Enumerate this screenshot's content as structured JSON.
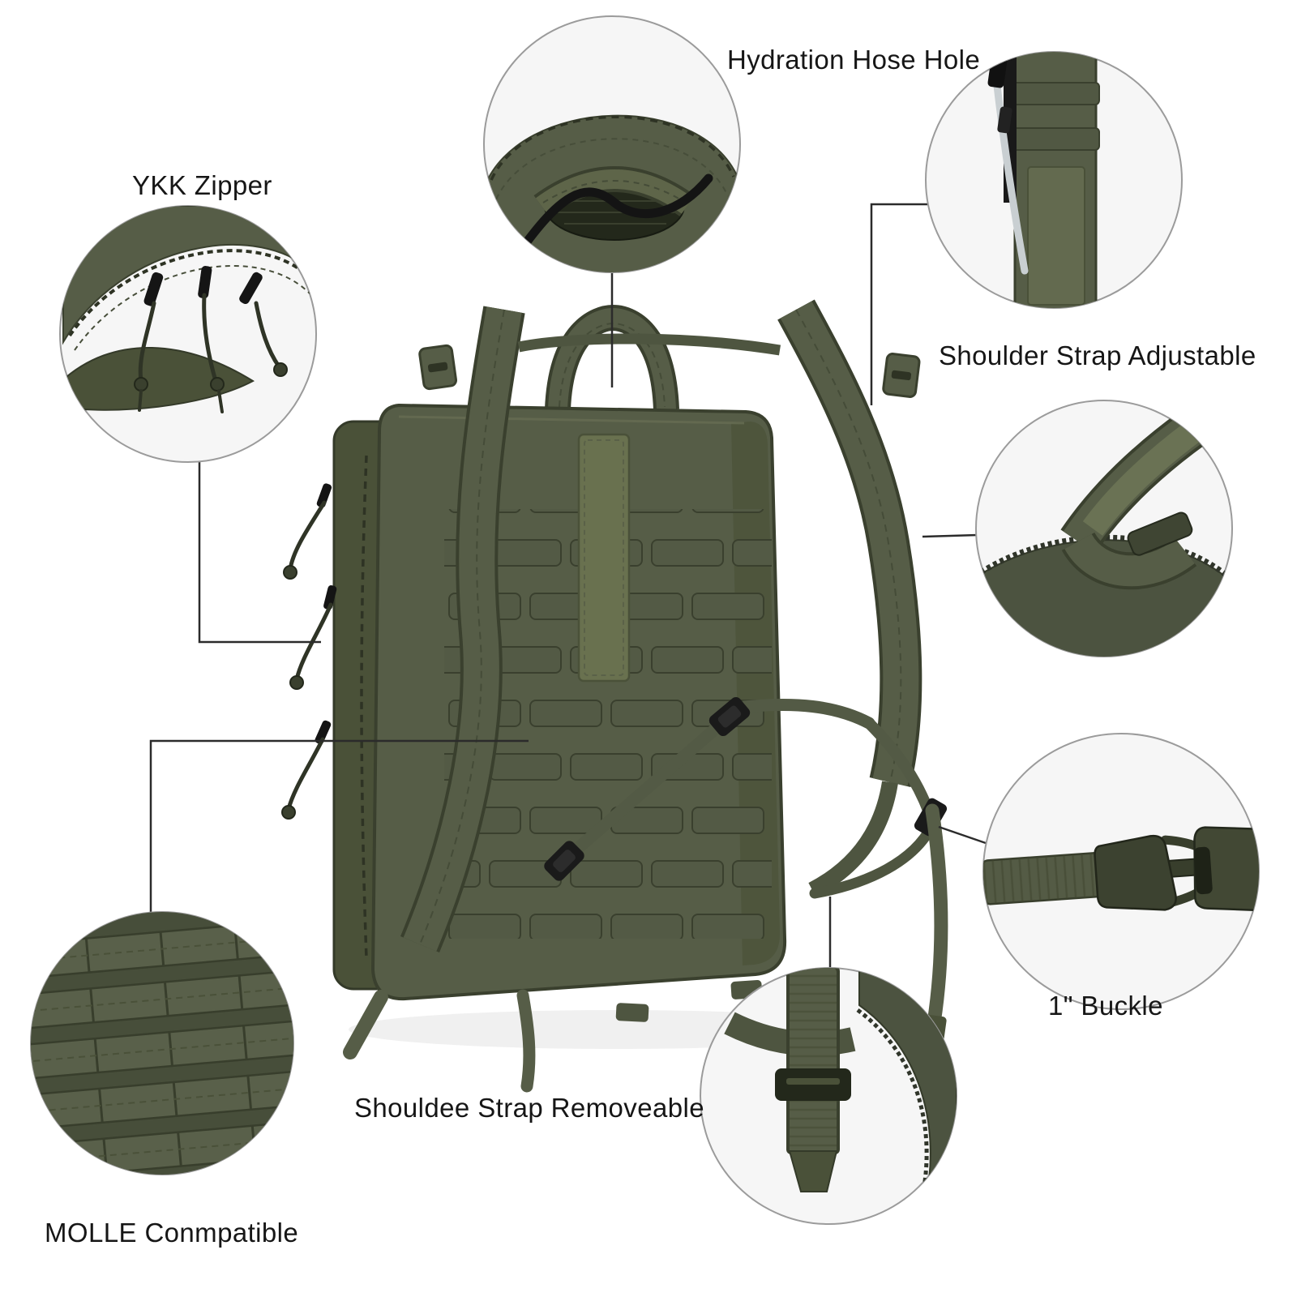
{
  "page": {
    "background": "#ffffff",
    "type": "product-feature-callout-diagram",
    "subject": "tactical MOLLE flatpack backpack, rear view, olive drab"
  },
  "colors": {
    "olive": "#565D47",
    "olive_dark": "#3A402E",
    "olive_deep": "#23281B",
    "olive_light": "#69714F",
    "webbing": "#4E5540",
    "black_hardware": "#161616",
    "callout_bg": "#F6F6F6",
    "callout_border": "#9B9B9B",
    "leader_line": "#2B2B2B",
    "label_text": "#161616"
  },
  "callouts": [
    {
      "id": "hydration-hose-hole",
      "label": "Hydration Hose Hole"
    },
    {
      "id": "ykk-zipper",
      "label": "YKK Zipper"
    },
    {
      "id": "shoulder-strap-adjustable",
      "label": "Shoulder Strap Adjustable"
    },
    {
      "id": "one-inch-buckle",
      "label": "1\" Buckle"
    },
    {
      "id": "shoulder-strap-removeable",
      "label": "Shouldee Strap Removeable"
    },
    {
      "id": "molle-compatible",
      "label": "MOLLE Conmpatible"
    }
  ]
}
